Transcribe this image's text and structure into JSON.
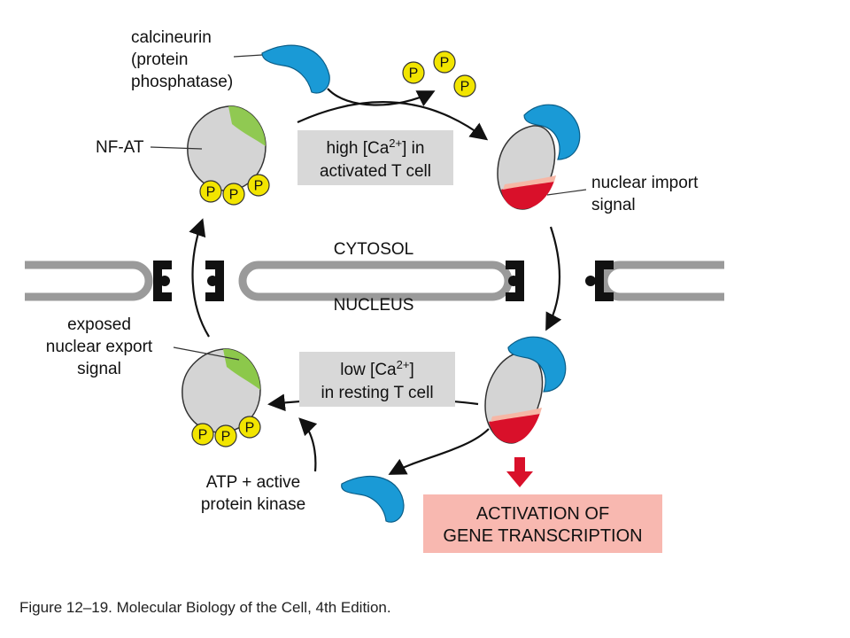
{
  "labels": {
    "calcineurin": [
      "calcineurin",
      "(protein",
      "phosphatase)"
    ],
    "nfat": "NF-AT",
    "nuclear_import": [
      "nuclear import",
      "signal"
    ],
    "cytosol": "CYTOSOL",
    "nucleus": "NUCLEUS",
    "export_signal": [
      "exposed",
      "nuclear export",
      "signal"
    ],
    "kinase": [
      "ATP + active",
      "protein kinase"
    ],
    "phosphate": "P"
  },
  "boxes": {
    "high": {
      "pre": "high [Ca",
      "sup": "2+",
      "post": "] in",
      "line2": "activated T cell"
    },
    "low": {
      "pre": "low [Ca",
      "sup": "2+",
      "post": "]",
      "line2": "in resting T cell"
    },
    "activation": [
      "ACTIVATION OF",
      "GENE TRANSCRIPTION"
    ]
  },
  "caption": "Figure 12–19. Molecular Biology of the Cell, 4th Edition.",
  "colors": {
    "calcineurin_blue": "#1a9ad6",
    "nfat_gray": "#d4d4d4",
    "signal_green": "#8cc84b",
    "import_red": "#d9102a",
    "phosphate_yellow": "#f2e500",
    "box_gray": "#d8d8d8",
    "activation_pink": "#f8b8b0",
    "membrane_gray": "#9a9a9a",
    "arrow_red": "#d9102a"
  }
}
